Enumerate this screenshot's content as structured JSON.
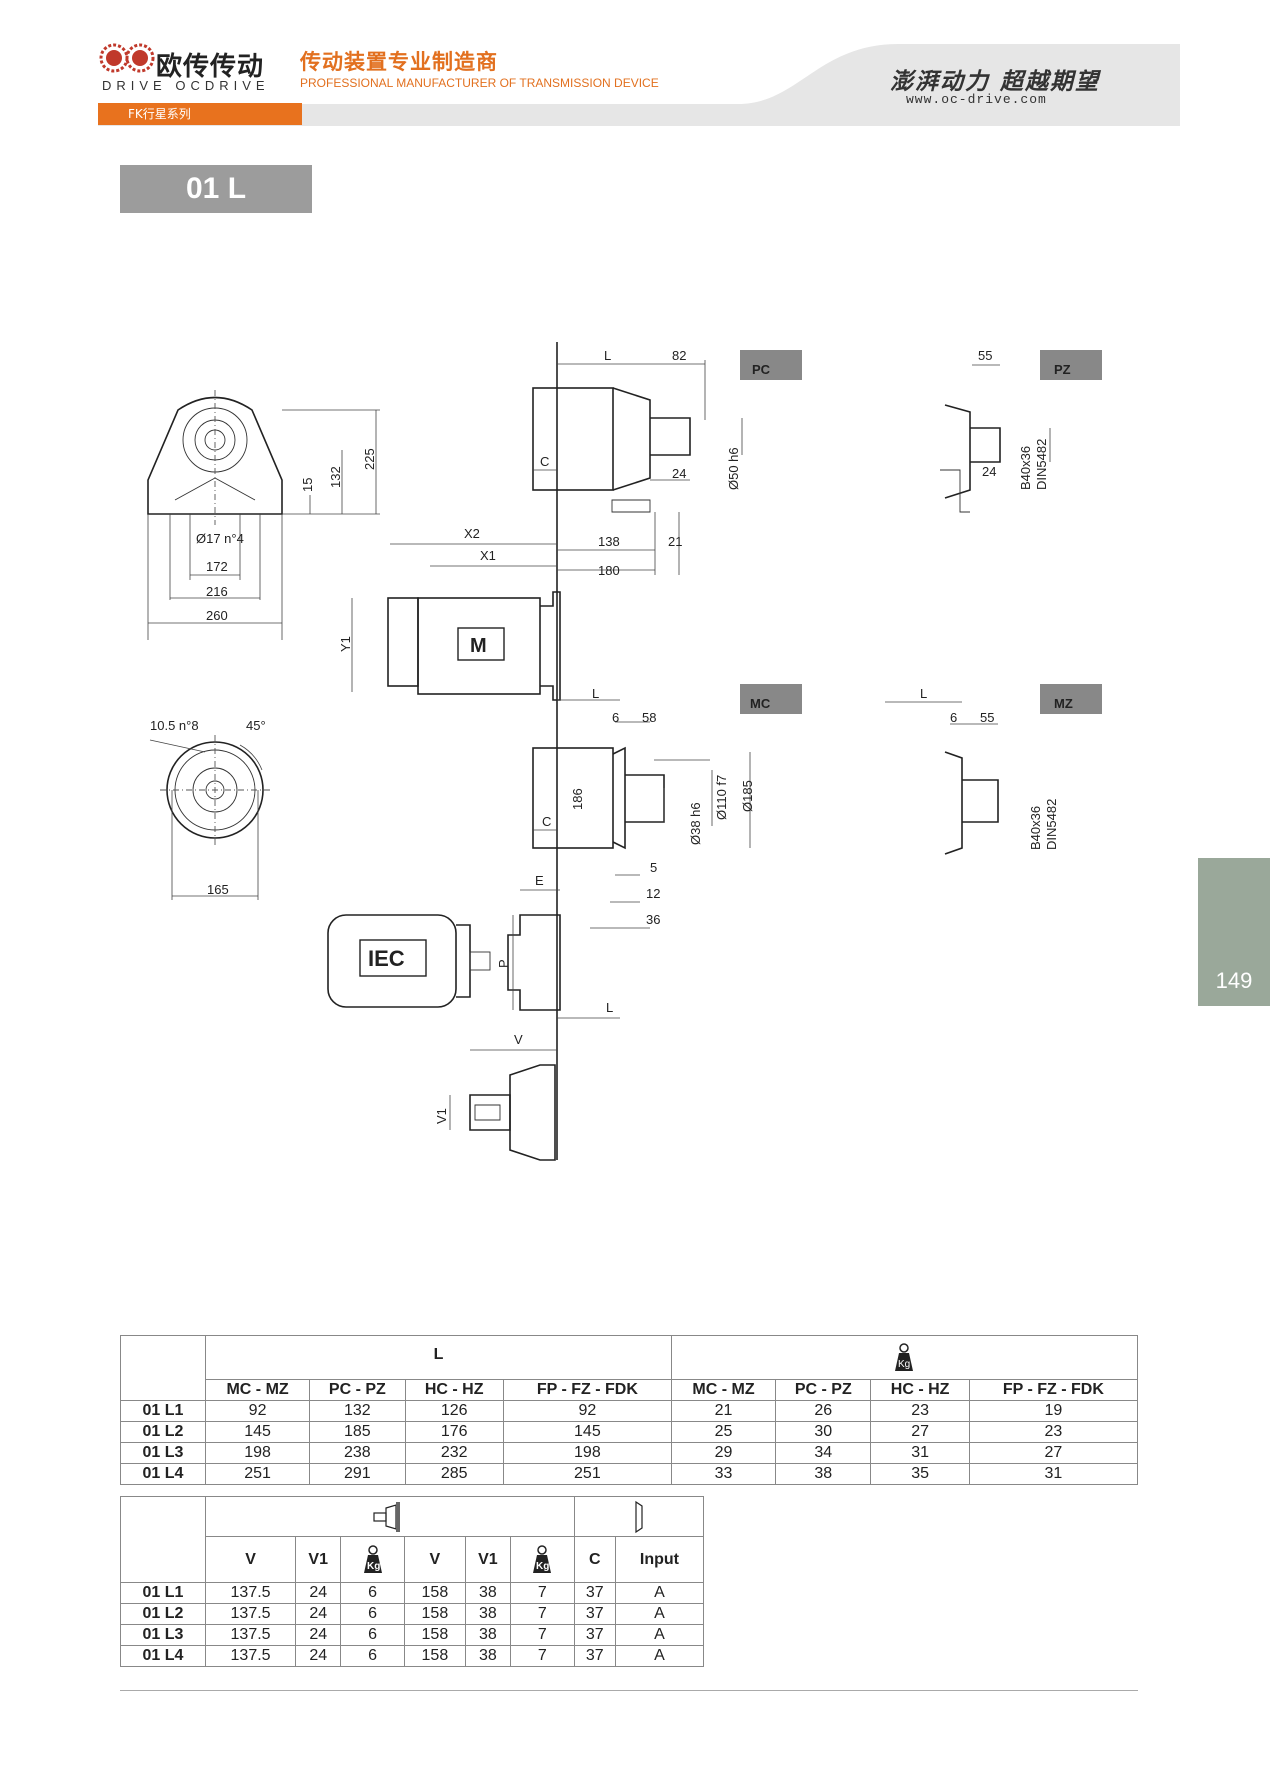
{
  "header": {
    "brand_cn": "欧传传动",
    "brand_en": "DRIVE OCDRIVE",
    "tagline_cn": "传动装置专业制造商",
    "tagline_en": "PROFESSIONAL MANUFACTURER OF TRANSMISSION DEVICE",
    "slogan": "澎湃动力 超越期望",
    "website": "www.oc-drive.com",
    "series": "FK行星系列",
    "accent_color": "#e8721e"
  },
  "model_title": "01 L",
  "page_number": "149",
  "drawing": {
    "badges": {
      "pc": "PC",
      "pz": "PZ",
      "mc": "MC",
      "mz": "MZ",
      "motor": "M",
      "iec": "IEC"
    },
    "front_view": {
      "hole": "Ø17 n°4",
      "w1": "172",
      "w2": "216",
      "w3": "260",
      "h1": "15",
      "h2": "132",
      "h3": "225"
    },
    "flange_view": {
      "holes": "10.5 n°8",
      "angle": "45°",
      "d": "165"
    },
    "pc_view": {
      "l": "L",
      "shaft_len": "82",
      "c": "C",
      "key": "24",
      "shaft_d": "Ø50 h6",
      "foot1": "138",
      "foot2": "21",
      "foot3": "180"
    },
    "pz_view": {
      "len": "55",
      "key": "24",
      "spline1": "B40x36",
      "spline2": "DIN5482"
    },
    "motor_view": {
      "x2": "X2",
      "x1": "X1",
      "y1": "Y1"
    },
    "mc_view": {
      "l": "L",
      "a": "6",
      "b": "58",
      "c": "C",
      "h": "186",
      "d1": "Ø38 h6",
      "d2": "Ø110 f7",
      "d3": "Ø185",
      "e1": "5",
      "e2": "12",
      "e3": "36"
    },
    "mz_view": {
      "l": "L",
      "a": "6",
      "b": "55",
      "spline1": "B40x36",
      "spline2": "DIN5482"
    },
    "iec_view": {
      "e": "E",
      "p": "P",
      "l": "L"
    },
    "input_view": {
      "v": "V",
      "v1": "V1"
    }
  },
  "table1": {
    "group_l": "L",
    "cols": [
      "MC - MZ",
      "PC - PZ",
      "HC - HZ",
      "FP - FZ - FDK",
      "MC - MZ",
      "PC - PZ",
      "HC - HZ",
      "FP - FZ - FDK"
    ],
    "weight_label": "Kg",
    "rows": [
      {
        "model": "01 L1",
        "values": [
          "92",
          "132",
          "126",
          "92",
          "21",
          "26",
          "23",
          "19"
        ]
      },
      {
        "model": "01 L2",
        "values": [
          "145",
          "185",
          "176",
          "145",
          "25",
          "30",
          "27",
          "23"
        ]
      },
      {
        "model": "01 L3",
        "values": [
          "198",
          "238",
          "232",
          "198",
          "29",
          "34",
          "31",
          "27"
        ]
      },
      {
        "model": "01 L4",
        "values": [
          "251",
          "291",
          "285",
          "251",
          "33",
          "38",
          "35",
          "31"
        ]
      }
    ]
  },
  "table2": {
    "cols": [
      "V",
      "V1",
      "Kg",
      "V",
      "V1",
      "Kg",
      "C",
      "Input"
    ],
    "rows": [
      {
        "model": "01 L1",
        "values": [
          "137.5",
          "24",
          "6",
          "158",
          "38",
          "7",
          "37",
          "A"
        ]
      },
      {
        "model": "01 L2",
        "values": [
          "137.5",
          "24",
          "6",
          "158",
          "38",
          "7",
          "37",
          "A"
        ]
      },
      {
        "model": "01 L3",
        "values": [
          "137.5",
          "24",
          "6",
          "158",
          "38",
          "7",
          "37",
          "A"
        ]
      },
      {
        "model": "01 L4",
        "values": [
          "137.5",
          "24",
          "6",
          "158",
          "38",
          "7",
          "37",
          "A"
        ]
      }
    ]
  }
}
